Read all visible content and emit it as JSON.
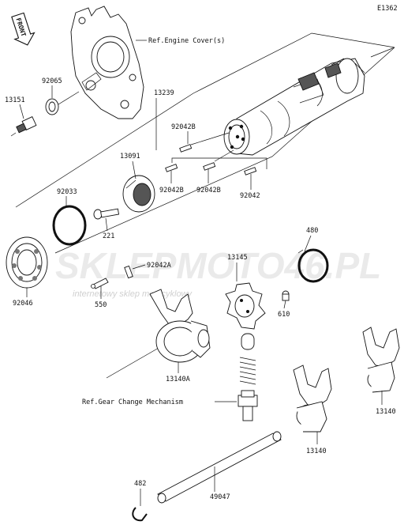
{
  "diagram_code": "E1362",
  "front_label": "FRONT",
  "refs": {
    "engine_cover": "Ref.Engine Cover(s)",
    "gear_change": "Ref.Gear Change Mechanism"
  },
  "parts": {
    "p92065": "92065",
    "p13151": "13151",
    "p13239": "13239",
    "p92042B_top": "92042B",
    "p13091": "13091",
    "p92033": "92033",
    "p92042B_a": "92042B",
    "p92042B_b": "92042B",
    "p92042": "92042",
    "p221": "221",
    "p480": "480",
    "p13145": "13145",
    "p92042A": "92042A",
    "p92046": "92046",
    "p550": "550",
    "p610": "610",
    "p13140A": "13140A",
    "p13140_right": "13140",
    "p13140_mid": "13140",
    "p482": "482",
    "p49047": "49047"
  },
  "watermark": {
    "main": "SKLEPMOTO46.PL",
    "sub": "internetowy sklep motocyklowy"
  }
}
